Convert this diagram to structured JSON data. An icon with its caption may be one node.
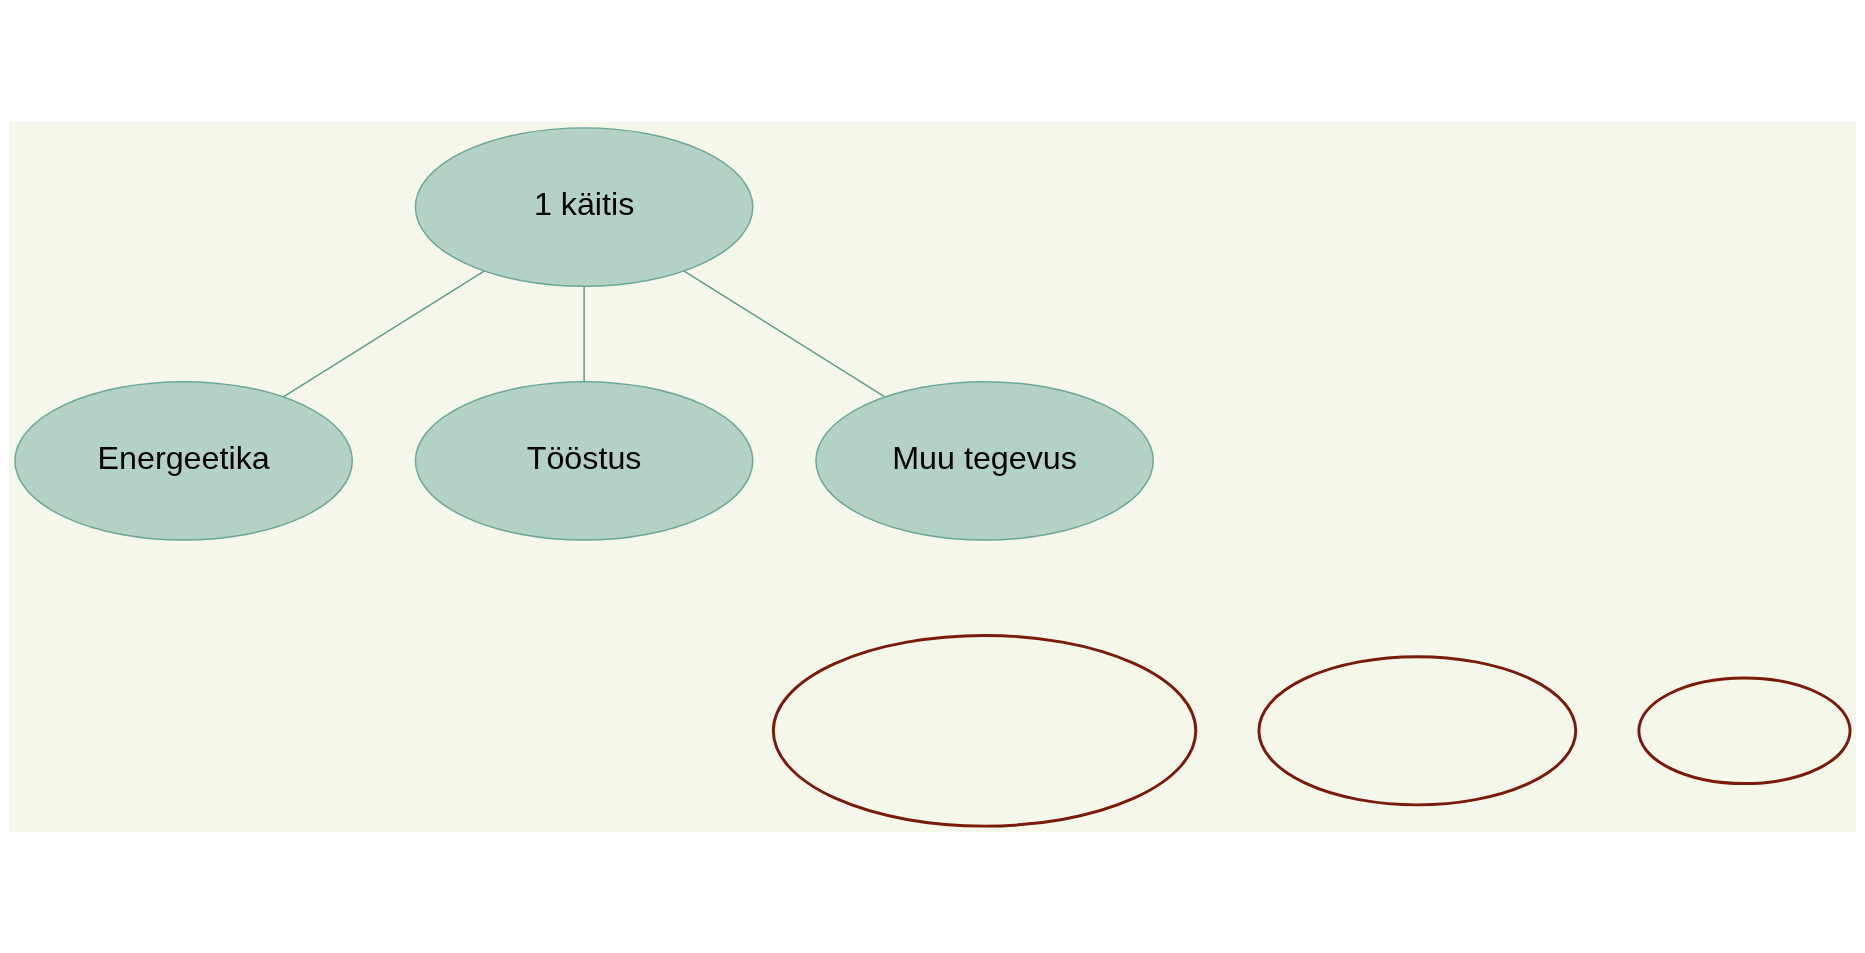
{
  "diagram": {
    "nodes": [
      {
        "text": [
          "1 käitis"
        ]
      },
      {
        "text": [
          "Energeetika"
        ]
      },
      {
        "text": [
          "Tööstus"
        ]
      },
      {
        "text": [
          "Muu tegevus"
        ]
      },
      {
        "text": [],
        "shape": "ellipse"
      },
      {
        "text": [],
        "shape": "ellipse"
      },
      {
        "text": [],
        "shape": "ellipse"
      }
    ],
    "edges": [
      {
        "from": 0,
        "to": 1,
        "arrow": "none"
      },
      {
        "from": 0,
        "to": 2,
        "arrow": "none"
      },
      {
        "from": 0,
        "to": 3,
        "arrow": "none"
      }
    ]
  }
}
